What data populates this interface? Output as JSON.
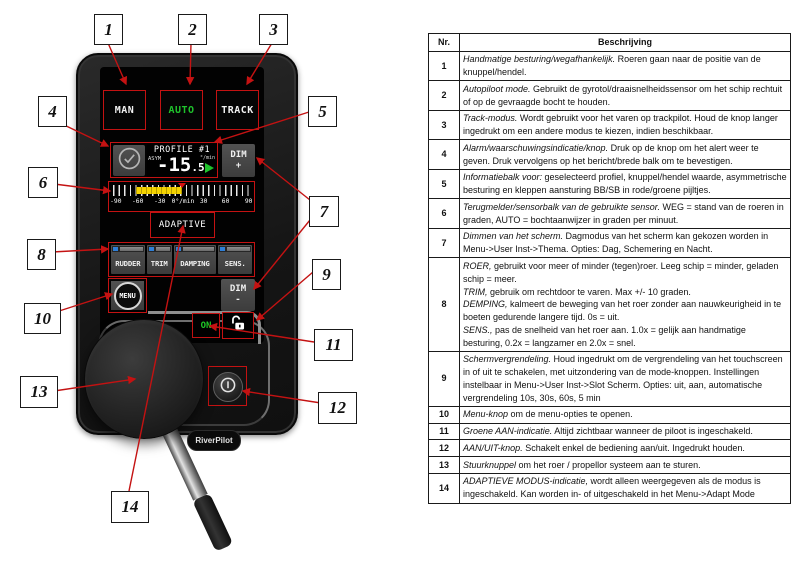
{
  "colors": {
    "annotation_red": "#c41212",
    "auto_green": "#1fc32c",
    "on_green": "#1ecb27",
    "gauge_yellow": "#f3d200",
    "indicator_blue": "#2f7fd6"
  },
  "device": {
    "brand": "RiverPilot",
    "mode_buttons": [
      {
        "label": "MAN"
      },
      {
        "label": "AUTO"
      },
      {
        "label": "TRACK"
      }
    ],
    "profile_label": "PROFILE #1",
    "asym_label": "ASYM",
    "value_main": "-15",
    "value_decimal": ".5",
    "value_unit": "°/min",
    "dim_plus_line1": "DIM",
    "dim_plus_line2": "+",
    "dim_minus_line1": "DIM",
    "dim_minus_line2": "-",
    "gauge_ticks": [
      "-90",
      "-60",
      "-30",
      "0°/min",
      "30",
      "60",
      "90"
    ],
    "adaptive_label": "ADAPTIVE",
    "trim_buttons": [
      {
        "label": "RUDDER"
      },
      {
        "label": "TRIM"
      },
      {
        "label": "DAMPING"
      },
      {
        "label": "SENS."
      }
    ],
    "menu_label": "MENU",
    "on_label": "ON"
  },
  "callouts": [
    "1",
    "2",
    "3",
    "4",
    "5",
    "6",
    "7",
    "8",
    "9",
    "10",
    "11",
    "12",
    "13",
    "14"
  ],
  "table": {
    "header_nr": "Nr.",
    "header_desc": "Beschrijving",
    "rows": [
      {
        "nr": "1",
        "parts": [
          {
            "i": "Handmatige besturing/wegafhankelijk.",
            "r": " Roeren gaan naar de positie van de knuppel/hendel."
          }
        ]
      },
      {
        "nr": "2",
        "parts": [
          {
            "i": "Autopiloot mode.",
            "r": " Gebruikt de gyrotol/draaisnelheidssensor om het schip rechtuit of op de gevraagde bocht te houden."
          }
        ]
      },
      {
        "nr": "3",
        "parts": [
          {
            "i": "Track-modus.",
            "r": " Wordt gebruikt voor het varen op trackpilot. Houd de knop langer ingedrukt om een andere modus te kiezen, indien beschikbaar."
          }
        ]
      },
      {
        "nr": "4",
        "parts": [
          {
            "i": "Alarm/waarschuwingsindicatie/knop.",
            "r": " Druk op de knop om het alert weer te geven. Druk vervolgens op het bericht/brede balk om te bevestigen."
          }
        ]
      },
      {
        "nr": "5",
        "parts": [
          {
            "i": "Informatiebalk voor:",
            "r": "  geselecteerd profiel, knuppel/hendel waarde, asymmetrische besturing en kleppen aansturing BB/SB in rode/groene pijltjes."
          }
        ]
      },
      {
        "nr": "6",
        "parts": [
          {
            "i": "Terugmelder/sensorbalk van de gebruikte sensor.",
            "r": " WEG = stand van de roeren in graden, AUTO = bochtaanwijzer in graden per minuut."
          }
        ]
      },
      {
        "nr": "7",
        "parts": [
          {
            "i": "Dimmen van het scherm.",
            "r": " Dagmodus van het scherm kan gekozen worden in Menu->User Inst->Thema. Opties: Dag, Schemering en Nacht."
          }
        ]
      },
      {
        "nr": "8",
        "parts": [
          {
            "i": "ROER,",
            "r": " gebruikt voor meer of minder (tegen)roer. Leeg schip = minder, geladen schip = meer."
          },
          {
            "i": "TRIM,",
            "r": " gebruik om rechtdoor te varen. Max +/- 10 graden."
          },
          {
            "i": "DEMPING,",
            "r": " kalmeert de beweging van het roer zonder aan nauwkeurigheid in te boeten gedurende langere tijd. 0s = uit."
          },
          {
            "i": "SENS.,",
            "r": " pas de snelheid van het roer aan. 1.0x = gelijk aan handmatige besturing, 0.2x = langzamer en 2.0x = snel."
          }
        ]
      },
      {
        "nr": "9",
        "parts": [
          {
            "i": "Schermvergrendeling.",
            "r": " Houd ingedrukt om de vergrendeling van het touchscreen in of uit te schakelen, met uitzondering van de mode-knoppen. Instellingen instelbaar in Menu->User Inst->Slot Scherm. Opties: uit, aan, automatische vergrendeling 10s, 30s, 60s, 5 min"
          }
        ]
      },
      {
        "nr": "10",
        "parts": [
          {
            "i": "Menu-knop",
            "r": " om de menu-opties te openen."
          }
        ]
      },
      {
        "nr": "11",
        "parts": [
          {
            "i": "Groene AAN-indicatie.",
            "r": " Altijd zichtbaar wanneer de piloot is ingeschakeld."
          }
        ]
      },
      {
        "nr": "12",
        "parts": [
          {
            "i": "AAN/UIT-knop.",
            "r": " Schakelt enkel de bediening aan/uit. Ingedrukt houden."
          }
        ]
      },
      {
        "nr": "13",
        "parts": [
          {
            "i": "Stuurknuppel",
            "r": " om het roer / propellor systeem aan te sturen."
          }
        ]
      },
      {
        "nr": "14",
        "parts": [
          {
            "i": "ADAPTIEVE MODUS-indicatie,",
            "r": " wordt alleen weergegeven als de modus is ingeschakeld. Kan worden in- of uitgeschakeld in het Menu->Adapt Mode"
          }
        ]
      }
    ]
  }
}
